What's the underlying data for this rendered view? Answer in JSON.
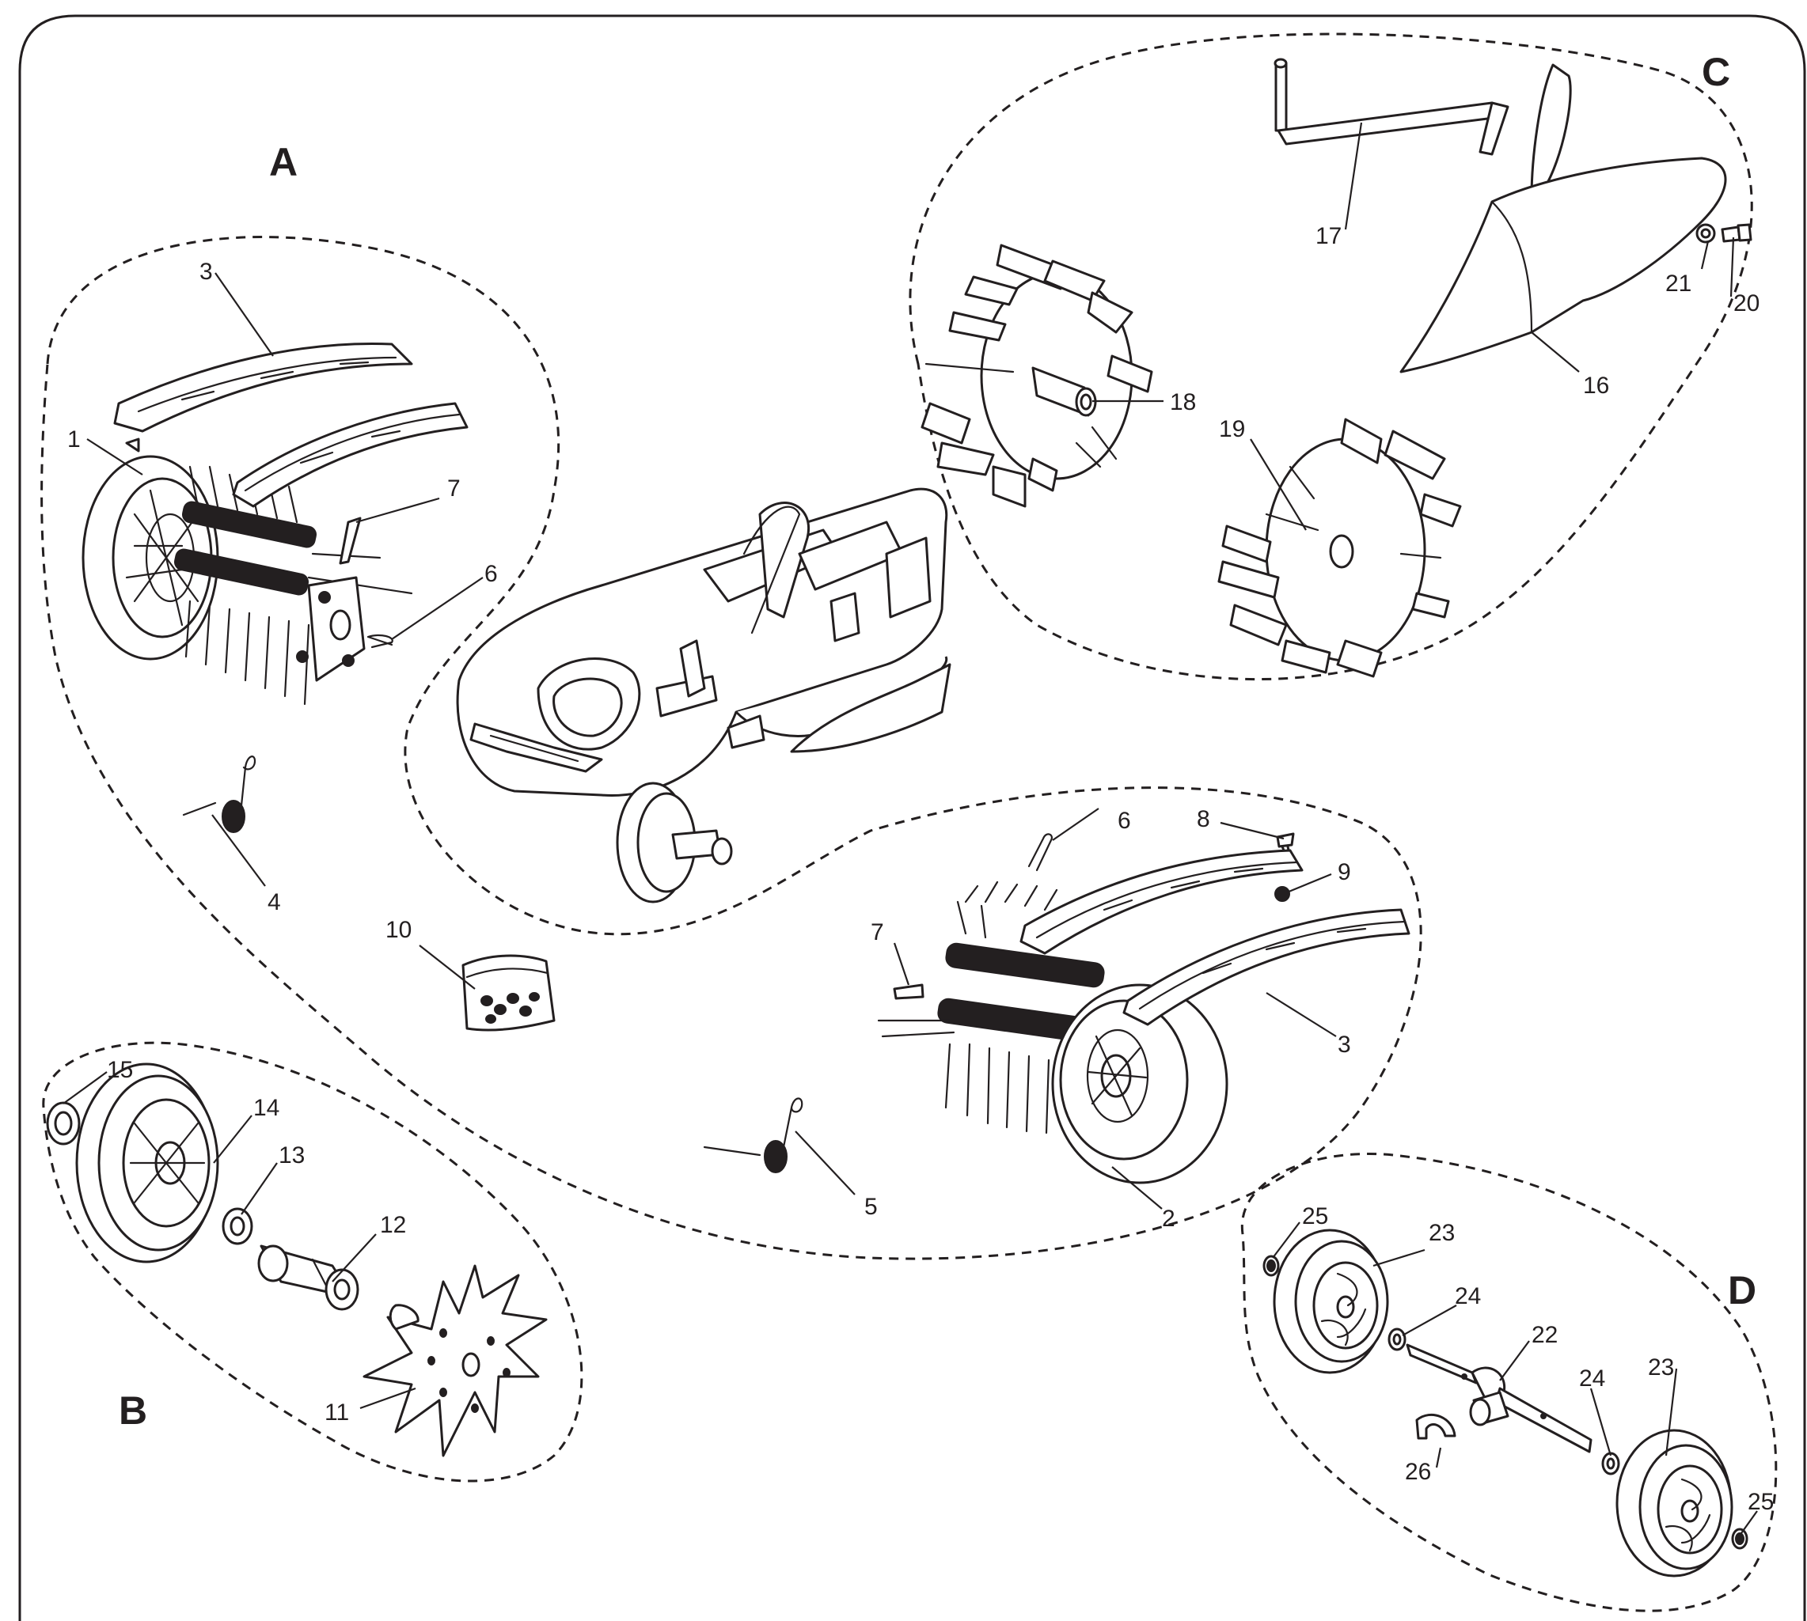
{
  "sections": {
    "A": "A",
    "B": "B",
    "C": "C",
    "D": "D"
  },
  "parts": {
    "p1": "1",
    "p2": "2",
    "p3a": "3",
    "p3b": "3",
    "p4": "4",
    "p5": "5",
    "p6a": "6",
    "p6b": "6",
    "p7a": "7",
    "p7b": "7",
    "p8": "8",
    "p9": "9",
    "p10": "10",
    "p11": "11",
    "p12": "12",
    "p13": "13",
    "p14": "14",
    "p15": "15",
    "p16": "16",
    "p17": "17",
    "p18": "18",
    "p19": "19",
    "p20": "20",
    "p21": "21",
    "p22": "22",
    "p23a": "23",
    "p23b": "23",
    "p24a": "24",
    "p24b": "24",
    "p25a": "25",
    "p25b": "25",
    "p26": "26"
  }
}
